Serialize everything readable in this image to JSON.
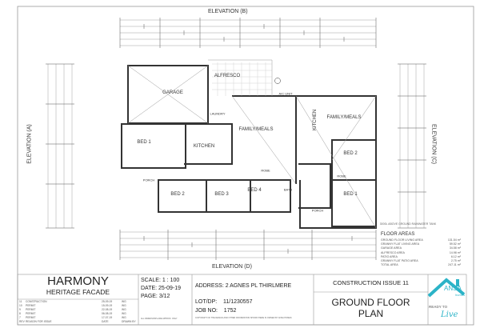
{
  "elevations": {
    "top": "ELEVATION",
    "top_mark": "B",
    "left": "ELEVATION",
    "left_mark": "A",
    "right": "ELEVATION",
    "right_mark": "C",
    "bottom": "ELEVATION",
    "bottom_mark": "D"
  },
  "rooms": {
    "garage": "GARAGE",
    "alfresco": "ALFRESCO",
    "laundry": "LAUNDRY",
    "bed1": "BED 1",
    "kitchen": "KITCHEN",
    "family_meals": "FAMILY/MEALS",
    "bed2": "BED 2",
    "bed3": "BED 3",
    "bed4": "BED 4",
    "porch": "PORCH",
    "bath": "BATH",
    "robe": "ROBE",
    "ac_unit": "A/C UNIT",
    "gf_kitchen": "KITCHEN",
    "gf_family_meals": "FAMILY/MEALS",
    "gf_bed2": "BED 2",
    "gf_bed1": "BED 1",
    "gf_porch": "PORCH",
    "gf_robe": "ROBE"
  },
  "rainwater_note": "3000L ABOVE GROUND RAINWATER TANK",
  "floor_areas": {
    "title": "FLOOR AREAS",
    "rows": [
      {
        "label": "GROUND FLOOR LIVING AREA",
        "value": "131.54 m²"
      },
      {
        "label": "GRANNY FLAT LIVING AREA",
        "value": "59.52 m²"
      },
      {
        "label": "GARAGE AREA",
        "value": "34.58 m²"
      },
      {
        "label": "ALFRESCO AREA",
        "value": "14.98 m²"
      },
      {
        "label": "PATIO AREA",
        "value": "6.12 m²"
      },
      {
        "label": "GRANNY FLAT PATIO AREA",
        "value": "2.75 m²"
      },
      {
        "label": "TOTAL AREA",
        "value": "247.11 m²"
      }
    ]
  },
  "title_block": {
    "project": "HARMONY",
    "facade": "HERITAGE FACADE",
    "scale": "SCALE:  1 : 100",
    "date": "DATE:   25-09-19",
    "page": "PAGE:   3/12",
    "dims_note": "ALL DIMENSIONS ARE APPROX. ONLY",
    "address": "ADDRESS: 2 AGNES PL THIRLMERE",
    "lot_label": "LOT/DP:",
    "lot_value": "11/1230557",
    "job_label": "JOB NO:",
    "job_value": "1752",
    "copyright": "COPYRIGHT OF THE DESIGN AND OTHER INFORMATION SHOWN HERE IS OWNED BY ANSA HOMES",
    "issue": "CONSTRUCTION  ISSUE 11",
    "sheet_title_1": "GROUND FLOOR",
    "sheet_title_2": "PLAN",
    "logo_brand": "ANSA",
    "logo_sub": "homes",
    "logo_tag1": "READY TO",
    "logo_tag2": "Live",
    "revisions": [
      {
        "rev": "11",
        "reason": "CONSTRUCTION",
        "date": "25-09-19",
        "by": "WG"
      },
      {
        "rev": "10",
        "reason": "PERMIT",
        "date": "15-09-19",
        "by": "WG"
      },
      {
        "rev": "9",
        "reason": "PERMIT",
        "date": "22-08-19",
        "by": "WG"
      },
      {
        "rev": "8",
        "reason": "PERMIT",
        "date": "06-08-19",
        "by": "WG"
      },
      {
        "rev": "7",
        "reason": "PERMIT",
        "date": "17-07-19",
        "by": "WG"
      }
    ],
    "rev_header": {
      "rev": "REV",
      "reason": "REASON FOR ISSUE",
      "date": "DATE",
      "by": "DRAWN BY"
    }
  },
  "colors": {
    "logo": "#2bb3c7",
    "line": "#555555"
  }
}
